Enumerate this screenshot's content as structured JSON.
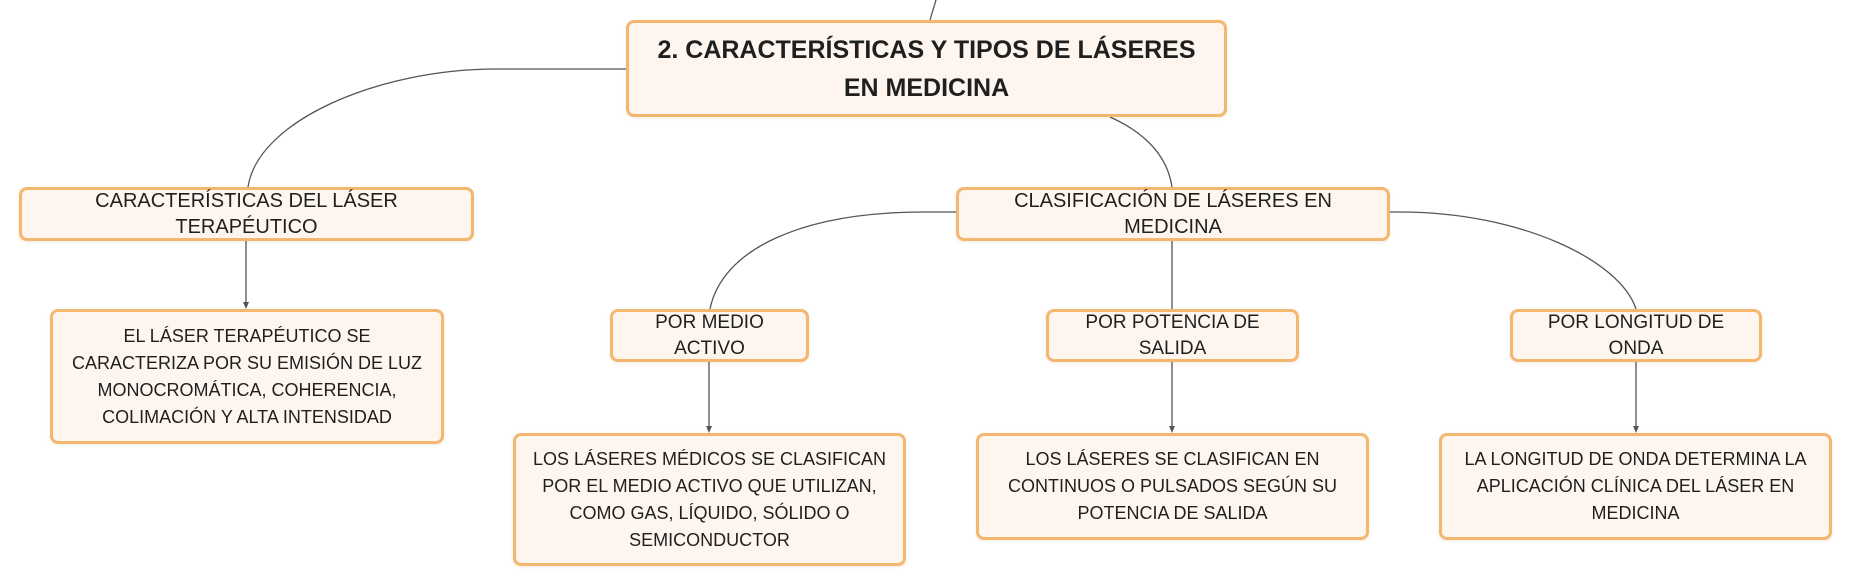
{
  "mindmap": {
    "root": "2. CARACTERÍSTICAS Y TIPOS DE LÁSERES EN MEDICINA",
    "branches": [
      {
        "label": "CARACTERÍSTICAS DEL LÁSER TERAPÉUTICO",
        "detail": "EL LÁSER TERAPÉUTICO SE CARACTERIZA POR SU EMISIÓN DE LUZ MONOCROMÁTICA, COHERENCIA, COLIMACIÓN Y ALTA INTENSIDAD"
      },
      {
        "label": "CLASIFICACIÓN DE LÁSERES EN MEDICINA",
        "children": [
          {
            "label": "POR MEDIO ACTIVO",
            "detail": "LOS LÁSERES MÉDICOS SE CLASIFICAN POR EL MEDIO ACTIVO QUE UTILIZAN, COMO GAS, LÍQUIDO, SÓLIDO O SEMICONDUCTOR"
          },
          {
            "label": "POR POTENCIA DE SALIDA",
            "detail": "LOS LÁSERES SE CLASIFICAN EN CONTINUOS O PULSADOS SEGÚN SU POTENCIA DE SALIDA"
          },
          {
            "label": "POR LONGITUD DE ONDA",
            "detail": "LA LONGITUD DE ONDA DETERMINA LA APLICACIÓN CLÍNICA DEL LÁSER EN MEDICINA"
          }
        ]
      }
    ]
  },
  "colors": {
    "node_fill": "#fdf5ee",
    "node_border": "#f3b76f",
    "connector": "#555555",
    "text": "#1f1f1f"
  }
}
